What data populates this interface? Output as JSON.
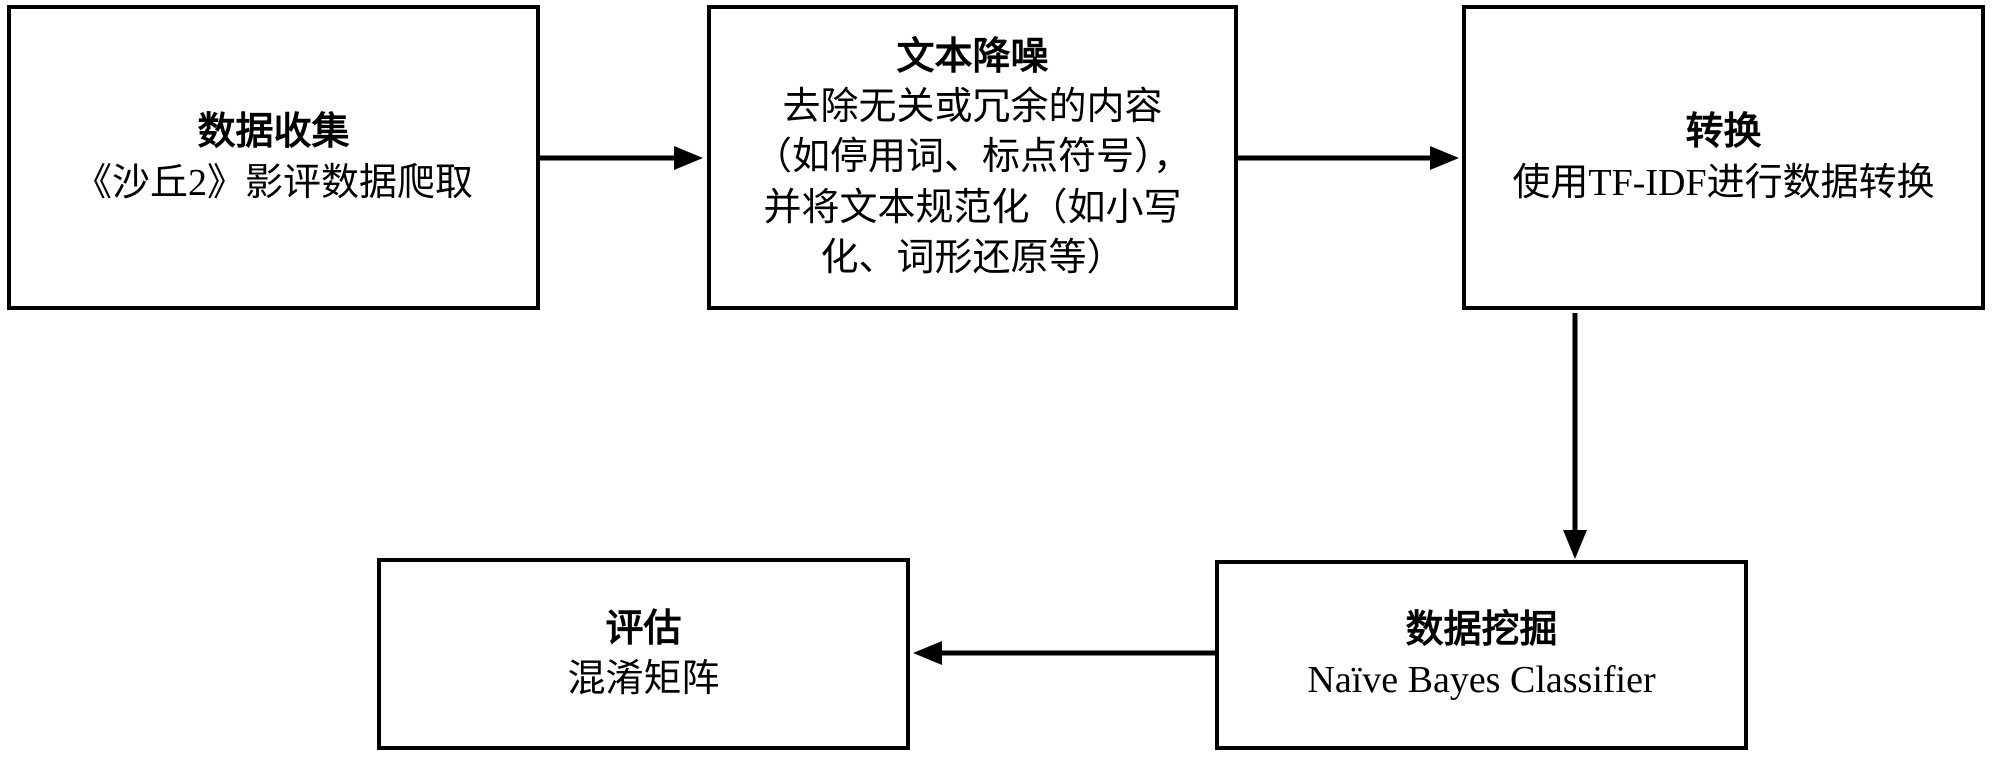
{
  "diagram": {
    "type": "flowchart",
    "background_color": "#ffffff",
    "line_color": "#000000",
    "text_color": "#000000",
    "nodes": [
      {
        "id": "data-collection",
        "title": "数据收集",
        "body": "《沙丘2》影评数据爬取"
      },
      {
        "id": "text-denoising",
        "title": "文本降噪",
        "body": "去除无关或冗余的内容\n（如停用词、标点符号），\n并将文本规范化（如小写\n化、词形还原等）"
      },
      {
        "id": "transformation",
        "title": "转换",
        "body": "使用TF-IDF进行数据转换"
      },
      {
        "id": "data-mining",
        "title": "数据挖掘",
        "body": "Naïve Bayes Classifier"
      },
      {
        "id": "evaluation",
        "title": "评估",
        "body": "混淆矩阵"
      }
    ],
    "edges": [
      {
        "from": "data-collection",
        "to": "text-denoising",
        "direction": "right"
      },
      {
        "from": "text-denoising",
        "to": "transformation",
        "direction": "right"
      },
      {
        "from": "transformation",
        "to": "data-mining",
        "direction": "down"
      },
      {
        "from": "data-mining",
        "to": "evaluation",
        "direction": "left"
      }
    ]
  }
}
